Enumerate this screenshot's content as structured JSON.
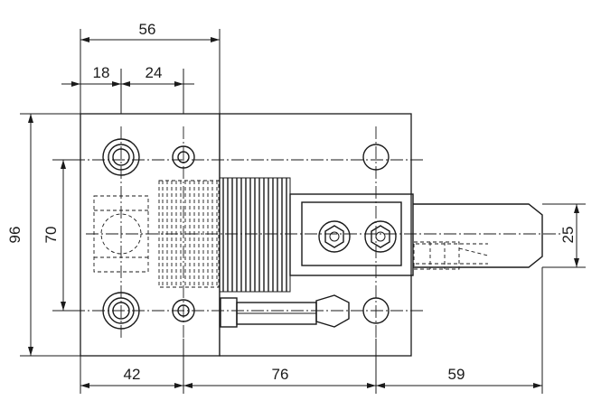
{
  "dimensions": {
    "total_width": "56",
    "left_offset": "18",
    "hole_spacing": "24",
    "total_height": "96",
    "inner_height": "70",
    "thickness": "25",
    "base_left": "42",
    "base_middle": "76",
    "base_right": "59"
  },
  "colors": {
    "line": "#1a1a1a",
    "background": "#ffffff"
  }
}
